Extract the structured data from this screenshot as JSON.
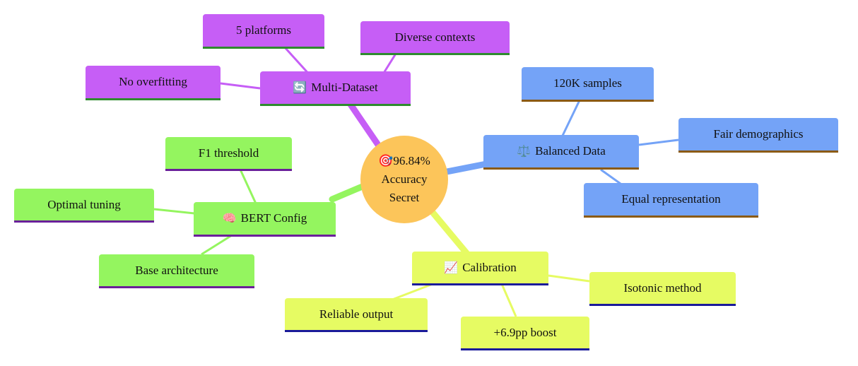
{
  "center": {
    "icon": "🎯",
    "line1": "96.84%",
    "line2": "Accuracy",
    "line3": "Secret",
    "color": "#fcc55a"
  },
  "branches": {
    "multi_dataset": {
      "icon": "🔄",
      "label": "Multi-Dataset",
      "color": "#c65ef6",
      "children": [
        "5 platforms",
        "Diverse contexts",
        "No overfitting"
      ]
    },
    "balanced_data": {
      "icon": "⚖️",
      "label": "Balanced Data",
      "color": "#74a3f7",
      "children": [
        "120K samples",
        "Fair demographics",
        "Equal representation"
      ]
    },
    "bert_config": {
      "icon": "🧠",
      "label": "BERT Config",
      "color": "#94f55f",
      "children": [
        "F1 threshold",
        "Optimal tuning",
        "Base architecture"
      ]
    },
    "calibration": {
      "icon": "📈",
      "label": "Calibration",
      "color": "#e6fb63",
      "children": [
        "Isotonic method",
        "Reliable output",
        "+6.9pp boost"
      ]
    }
  }
}
